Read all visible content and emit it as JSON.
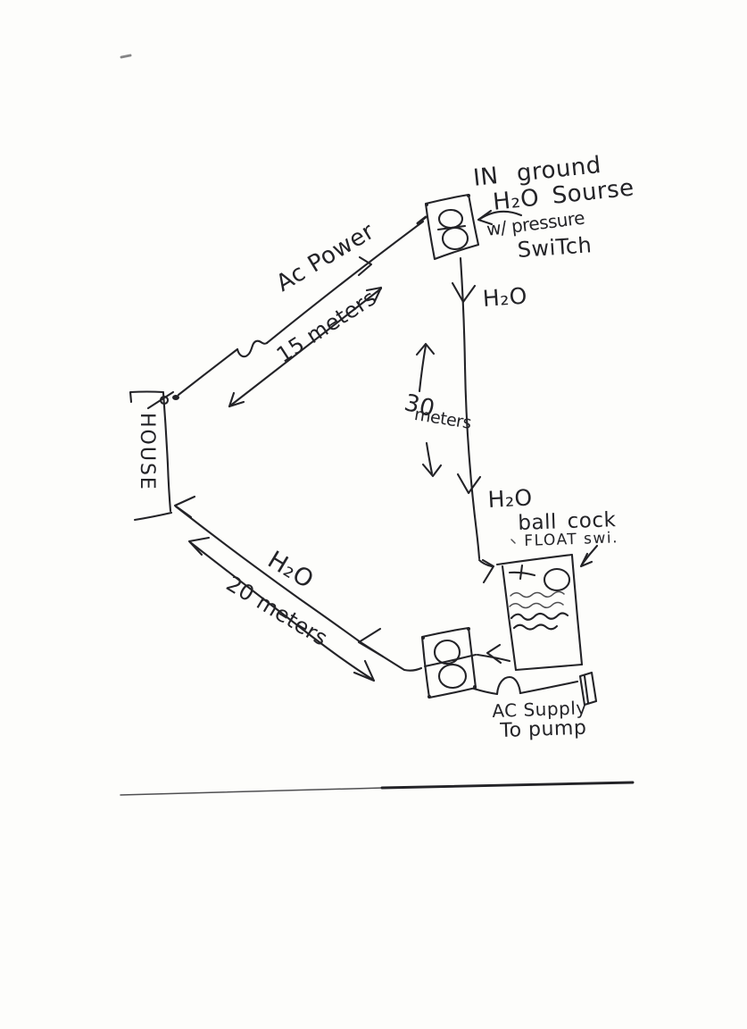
{
  "document": {
    "kind": "hand-drawn water pump system sketch",
    "paper_color": "#fdfdfb",
    "ink_color": "#232327"
  },
  "labels": {
    "source_note_line1": "IN ground",
    "source_note_line2": "H₂O Sourse",
    "source_note_line3": "w/ pressure",
    "source_note_line4": "SwiTch",
    "ac_power": "Ac Power",
    "distance_house_to_source": "15 meters",
    "house": "HOUSE",
    "h2o_pipe_top": "H₂O",
    "distance_source_to_tank_value": "30",
    "distance_source_to_tank_unit": "meters",
    "h2o_pipe_bottom": "H₂O",
    "float_note_line1": "ball cock",
    "float_note_line2": "FLOAT swi.",
    "h2o_house_line": "H₂O",
    "distance_tank_to_house": "20 meters",
    "ac_supply_line1": "AC Supply",
    "ac_supply_line2": "To pump"
  }
}
